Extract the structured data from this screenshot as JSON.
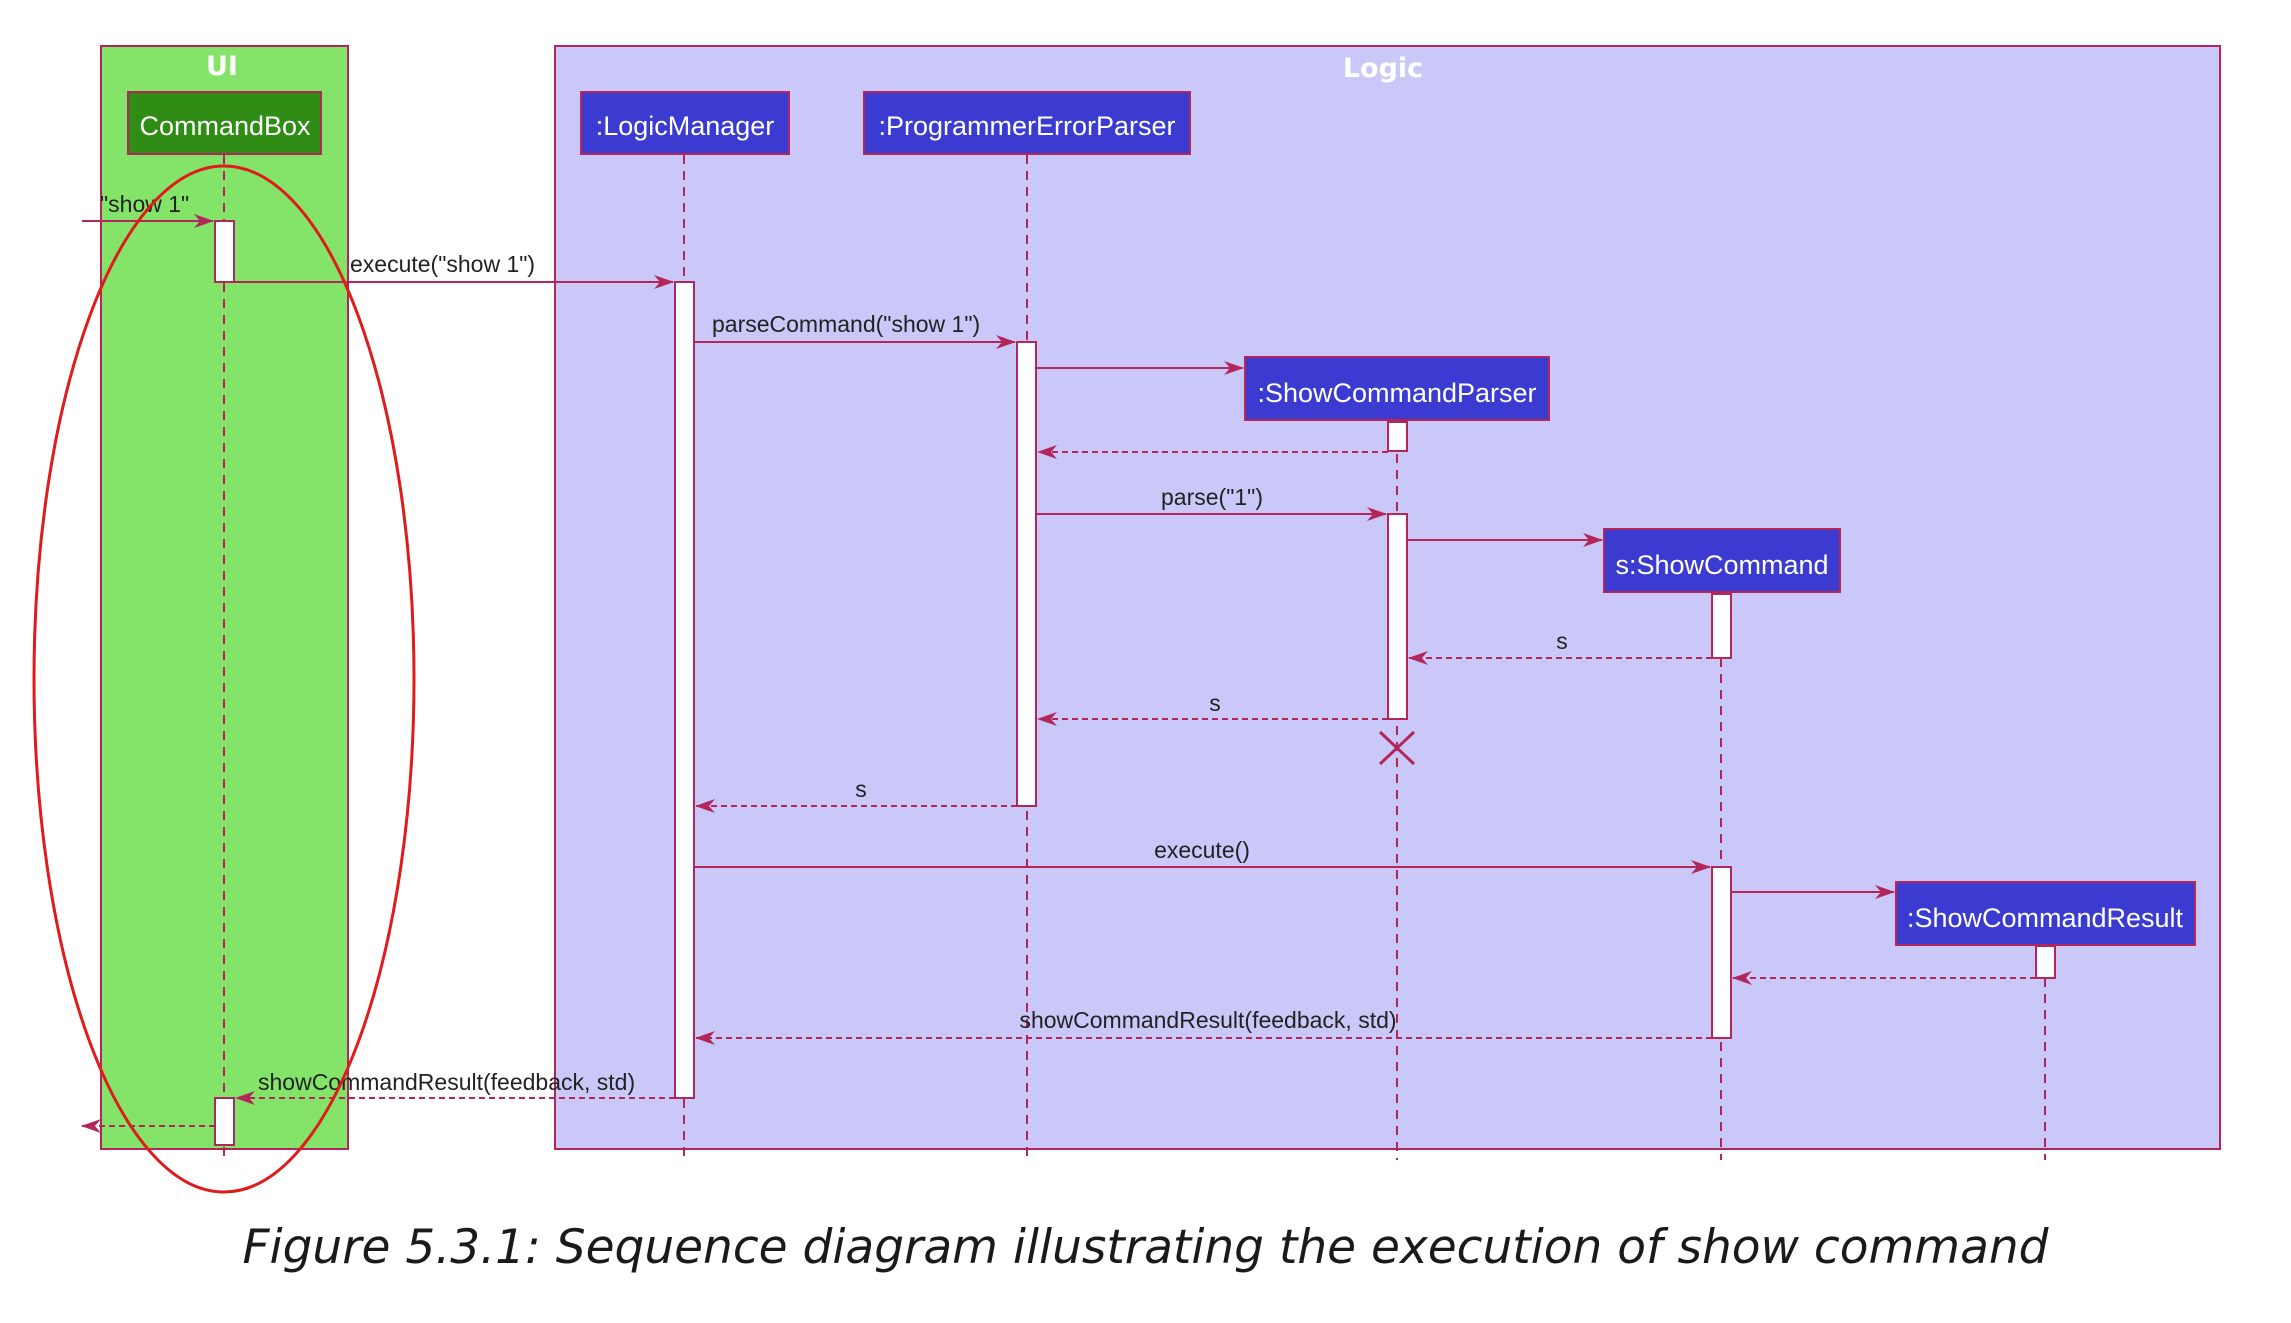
{
  "frames": {
    "ui_label": "UI",
    "logic_label": "Logic"
  },
  "participants": {
    "command_box": ":CommandBox",
    "command_box_display": "CommandBox",
    "logic_manager": ":LogicManager",
    "programmer_error_parser": ":ProgrammerErrorParser",
    "show_command_parser": ":ShowCommandParser",
    "show_command": "s:ShowCommand",
    "show_command_result": ":ShowCommandResult"
  },
  "messages": {
    "user_input": "\"show 1\"",
    "execute_show": "execute(\"show 1\")",
    "parse_command": "parseCommand(\"show 1\")",
    "parse": "parse(\"1\")",
    "return_s_1": "s",
    "return_s_2": "s",
    "return_s_3": "s",
    "execute": "execute()",
    "return_result_1": "showCommandResult(feedback, std)",
    "return_result_2": "showCommandResult(feedback, std)"
  },
  "caption": "Figure 5.3.1: Sequence diagram illustrating the execution of show command",
  "colors": {
    "ui_frame": "#84e46a",
    "logic_frame": "#c9c8f8",
    "frame_border": "#b3265a",
    "participant_ui": "#2f8c14",
    "participant_logic": "#3b3bd2",
    "arrow": "#b3265a",
    "highlight_ellipse": "#e01b1b"
  }
}
